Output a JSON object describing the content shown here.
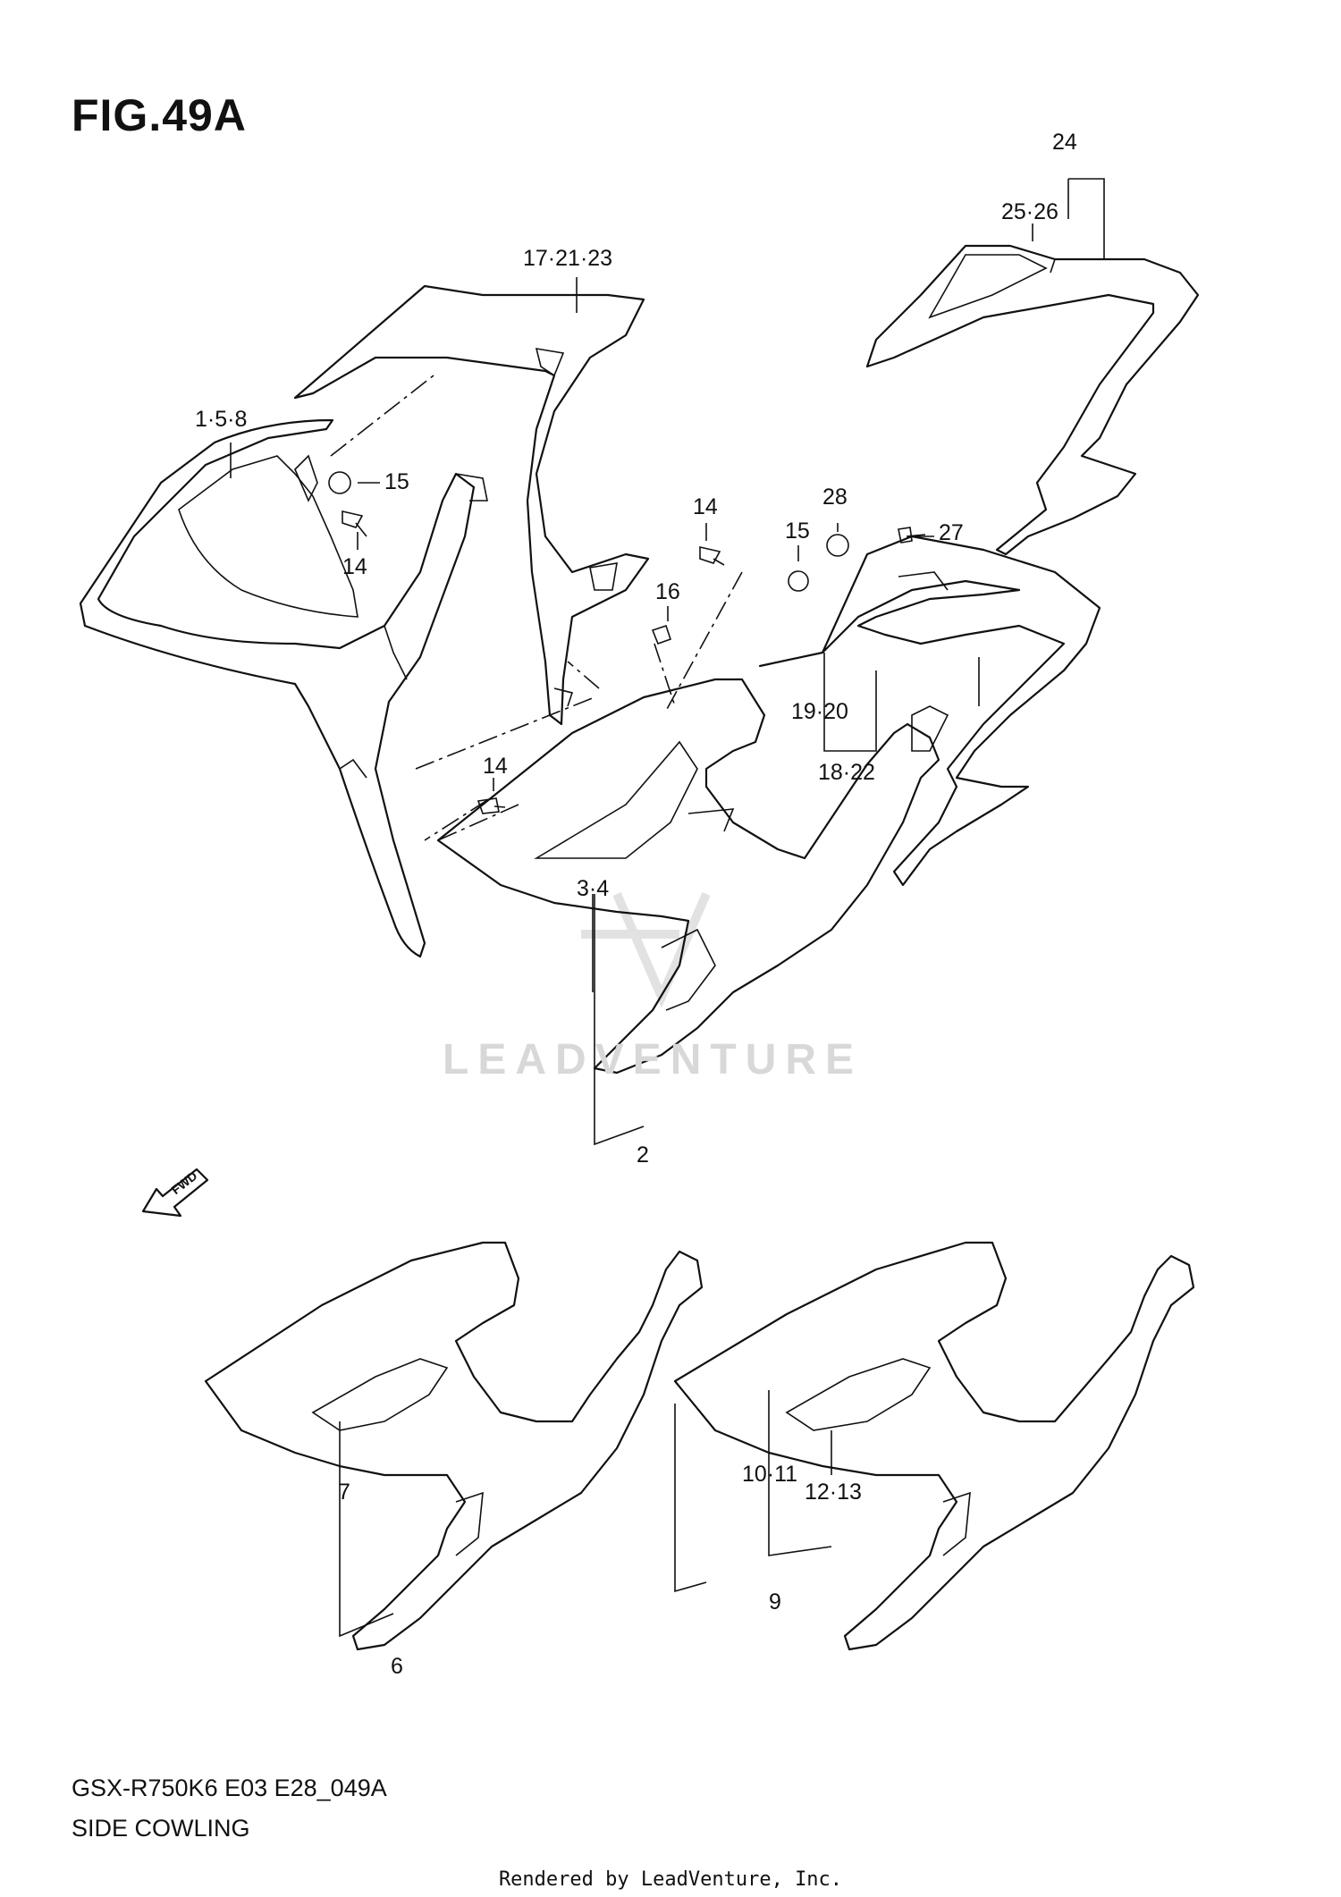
{
  "figure": {
    "title": "FIG.49A"
  },
  "footer": {
    "model": "GSX-R750K6  E03  E28_049A",
    "section": "SIDE COWLING",
    "rendered_by": "Rendered by LeadVenture, Inc."
  },
  "watermark": {
    "text": "LEADVENTURE"
  },
  "fwd_arrow": {
    "label": "FWD"
  },
  "callouts": {
    "c_24": "24",
    "c_25_26": "25·26",
    "c_17_21_23": "17·21·23",
    "c_1_5_8": "1·5·8",
    "c_15_left": "15",
    "c_14_left_upper": "14",
    "c_14_mid": "14",
    "c_28": "28",
    "c_15_mid": "15",
    "c_27": "27",
    "c_16": "16",
    "c_19_20": "19·20",
    "c_18_22": "18·22",
    "c_14_left_lower": "14",
    "c_3_4": "3·4",
    "c_2": "2",
    "c_7": "7",
    "c_6": "6",
    "c_10_11": "10·11",
    "c_12_13": "12·13",
    "c_9": "9"
  }
}
